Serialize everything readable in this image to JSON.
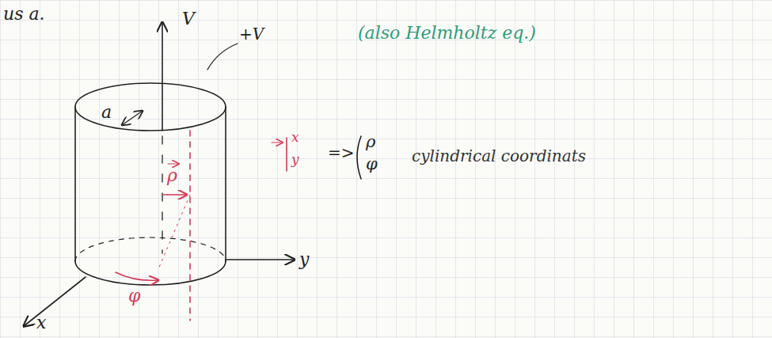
{
  "diagram": {
    "labels": [
      "us a.",
      "V",
      "+V",
      "(also Helmholtz eq.)",
      "a",
      "ρ",
      "x",
      "y",
      "=>",
      "ρ",
      "φ",
      "cylindrical coordinats",
      "y",
      "x",
      "φ"
    ]
  }
}
